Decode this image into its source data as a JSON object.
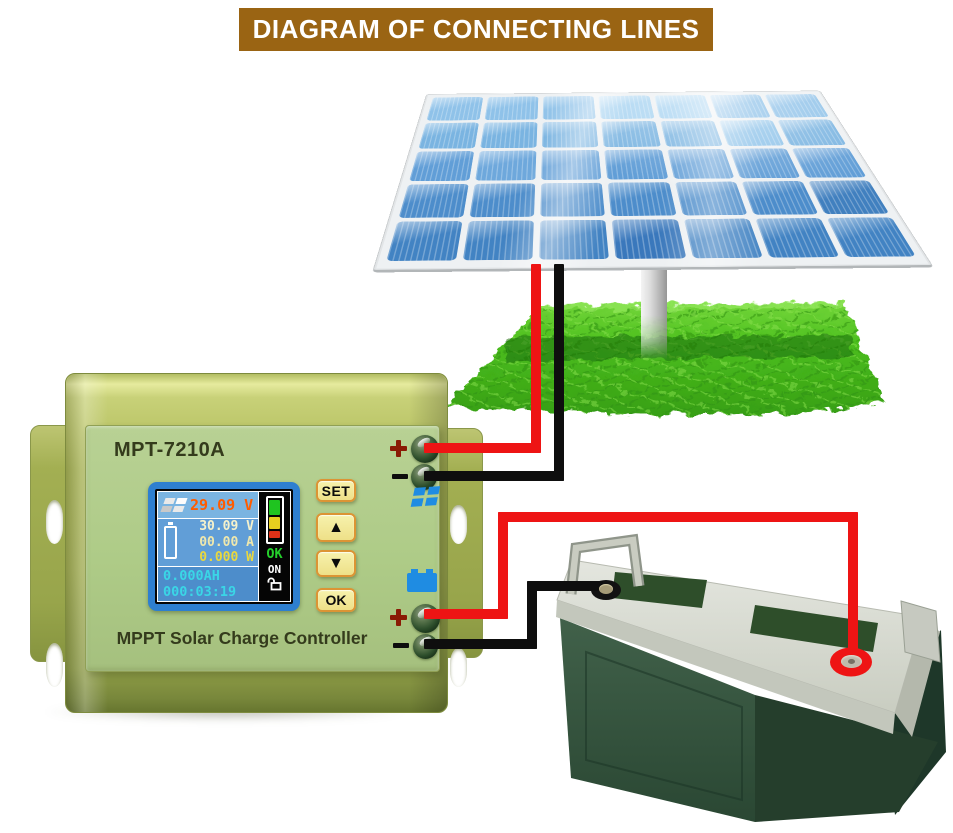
{
  "banner": {
    "title": "DIAGRAM OF CONNECTING LINES"
  },
  "theme": {
    "bannerBg": "#9a6413",
    "bannerText": "#ffffff",
    "wirePos": "#ee1414",
    "wireNeg": "#0e0e0e",
    "bodyGreen": "#a9b655",
    "faceGreen": "#aecb87",
    "lcdBlue": "#2e7fd0",
    "btnFill": "#f3ec96",
    "btnBorder": "#dc9434",
    "iconBlue": "#1f8ce2",
    "pvValue": "#ff5c00",
    "battValue": "#f6f2cc",
    "powerValue": "#e9d83e",
    "cyanValue": "#3ad6e6",
    "okGreen": "#25d02c",
    "grassGreen": "#4cbf1e",
    "plusRed": "#8a1a05"
  },
  "controller": {
    "model": "MPT-7210A",
    "product_label": "MPPT Solar Charge Controller",
    "buttons": [
      {
        "label": "SET"
      },
      {
        "label": "▲"
      },
      {
        "label": "▼"
      },
      {
        "label": "OK"
      }
    ],
    "lcd": {
      "pv_voltage": "29.09 V",
      "battery_voltage": "30.09 V",
      "current": "00.00 A",
      "power": "0.000 W",
      "capacity": "0.000AH",
      "runtime": "000:03:19",
      "status": "OK",
      "output_state": "ON",
      "icons": [
        "solar-panel-icon",
        "battery-icon",
        "level-gauge",
        "unlock-icon"
      ]
    },
    "terminals": {
      "pv_positive": "+",
      "pv_negative": "−",
      "battery_positive": "+",
      "battery_negative": "−"
    },
    "side_icons": [
      "solar-input-icon",
      "battery-output-icon"
    ]
  },
  "solar_panel": {
    "rows": 5,
    "columns": 7
  }
}
